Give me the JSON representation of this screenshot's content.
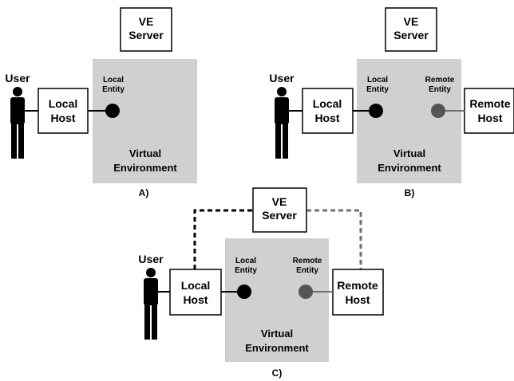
{
  "labels": {
    "ve_server_line1": "VE",
    "ve_server_line2": "Server",
    "user": "User",
    "local_host_line1": "Local",
    "local_host_line2": "Host",
    "remote_host_line1": "Remote",
    "remote_host_line2": "Host",
    "local_entity_line1": "Local",
    "local_entity_line2": "Entity",
    "remote_entity_line1": "Remote",
    "remote_entity_line2": "Entity",
    "virtual_env_line1": "Virtual",
    "virtual_env_line2": "Environment"
  },
  "captions": {
    "a": "A)",
    "b": "B)",
    "c": "C)"
  },
  "colors": {
    "environment_fill": "#d0d0d0",
    "local_entity": "#000000",
    "remote_entity": "#555555",
    "remote_link": "#707070",
    "local_link": "#000000",
    "server_link_local": "#000000",
    "server_link_remote": "#707070"
  }
}
